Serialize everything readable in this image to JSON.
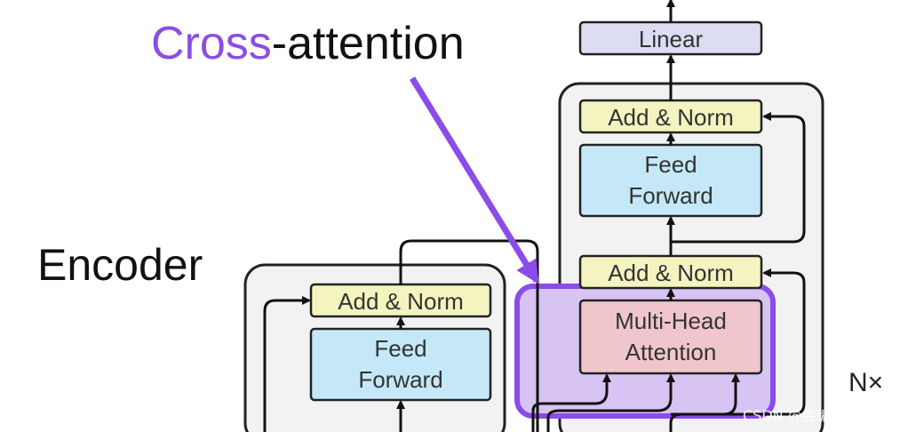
{
  "title": {
    "part1": "Cross",
    "part2": "-attention"
  },
  "encoder_label": "Encoder",
  "encoder": {
    "add_norm": "Add & Norm",
    "feed_forward_line1": "Feed",
    "feed_forward_line2": "Forward"
  },
  "decoder": {
    "linear": "Linear",
    "add_norm_top": "Add & Norm",
    "feed_forward_line1": "Feed",
    "feed_forward_line2": "Forward",
    "add_norm_mid": "Add & Norm",
    "mha_line1": "Multi-Head",
    "mha_line2": "Attention",
    "repeat": "N×"
  },
  "watermark": "CSDN @会编程的加缪",
  "colors": {
    "accent_purple": "#8b4ce8",
    "highlight_fill": "#d7c4f2",
    "add_norm": "#f4f4c0",
    "feed_forward": "#c4e8f8",
    "mha": "#f0c6cc",
    "linear": "#dcdcf2",
    "block_bg": "#f2f2f2"
  }
}
